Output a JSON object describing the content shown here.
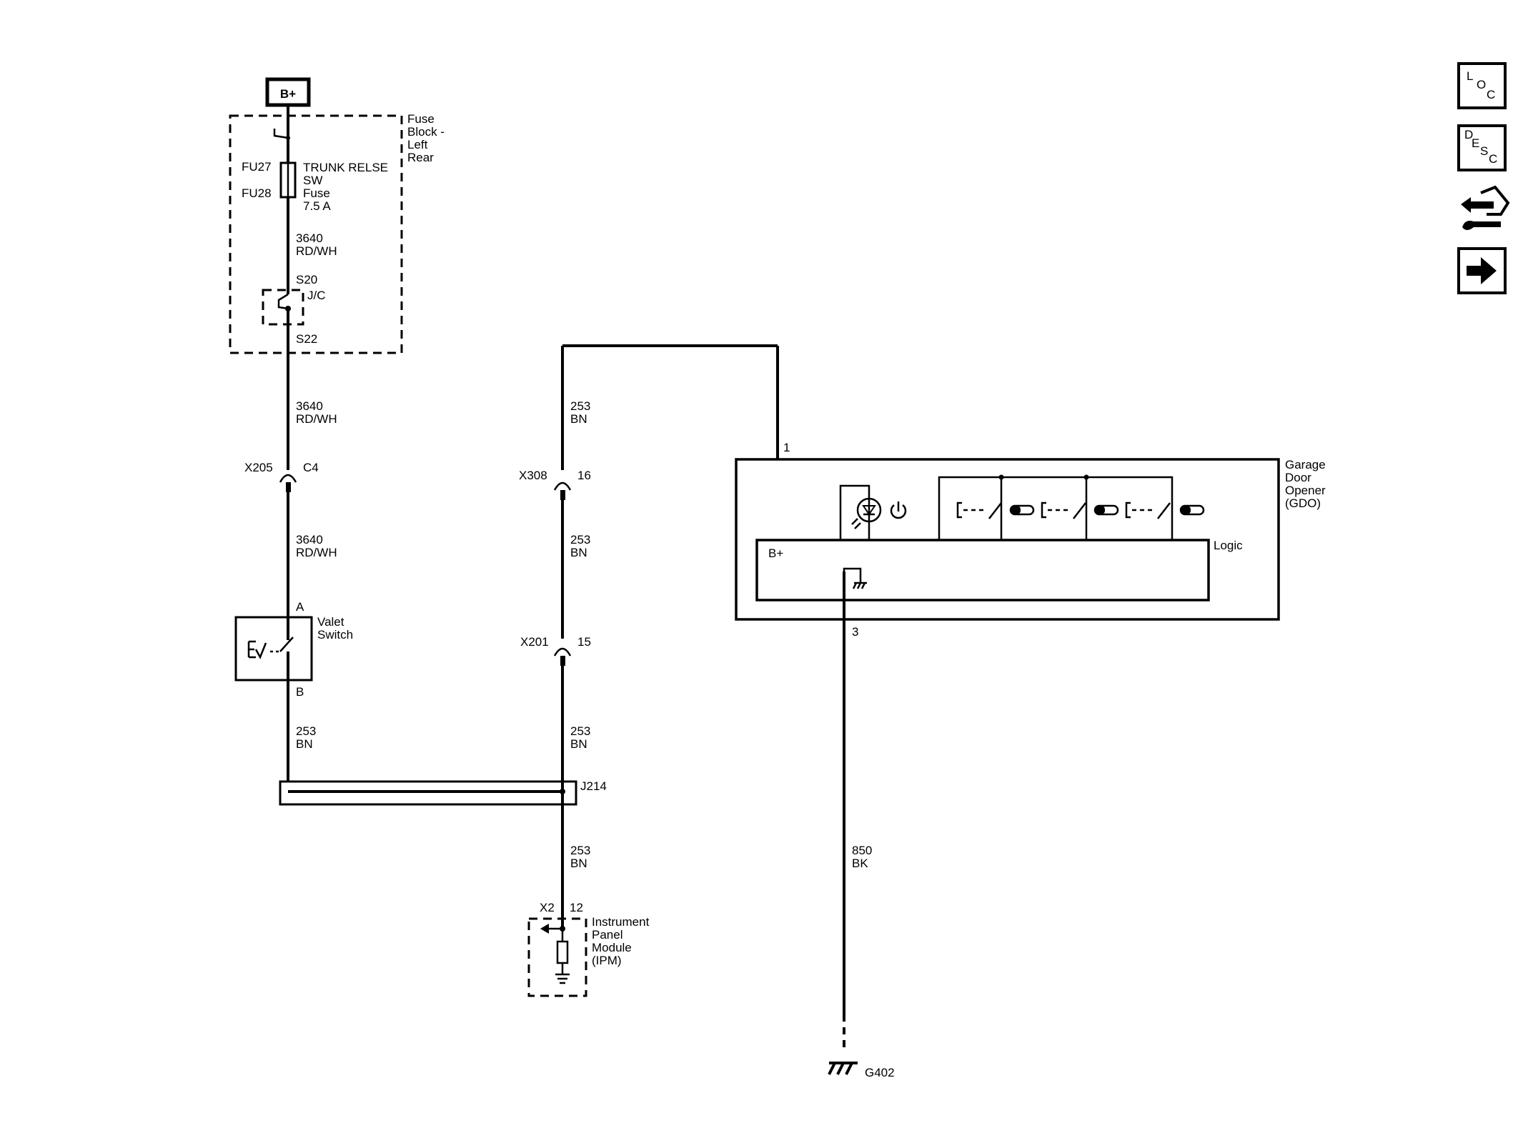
{
  "power": {
    "b_plus": "B+"
  },
  "fuse_block": {
    "name": [
      "Fuse",
      "Block -",
      "Left",
      "Rear"
    ],
    "fuse_ids": [
      "FU27",
      "FU28"
    ],
    "fuse_label": [
      "TRUNK RELSE",
      "SW",
      "Fuse",
      "7.5 A"
    ],
    "splice_top": "S20",
    "splice_jc": "J/C",
    "splice_bottom": "S22"
  },
  "wires": {
    "w3640_a": [
      "3640",
      "RD/WH"
    ],
    "w3640_b": [
      "3640",
      "RD/WH"
    ],
    "w3640_c": [
      "3640",
      "RD/WH"
    ],
    "w253_a": [
      "253",
      "BN"
    ],
    "w253_b": [
      "253",
      "BN"
    ],
    "w253_c": [
      "253",
      "BN"
    ],
    "w253_d": [
      "253",
      "BN"
    ],
    "w253_e": [
      "253",
      "BN"
    ],
    "w850": [
      "850",
      "BK"
    ]
  },
  "connectors": {
    "x205": "X205",
    "x205_pin": "C4",
    "x308": "X308",
    "x308_pin": "16",
    "x201": "X201",
    "x201_pin": "15",
    "x2": "X2",
    "x2_pin": "12",
    "j214": "J214"
  },
  "valet_switch": {
    "name": [
      "Valet",
      "Switch"
    ],
    "pin_a": "A",
    "pin_b": "B"
  },
  "gdo": {
    "name": [
      "Garage",
      "Door",
      "Opener",
      "(GDO)"
    ],
    "logic": "Logic",
    "b_plus": "B+",
    "pin_1": "1",
    "pin_3": "3"
  },
  "ipm": {
    "name": [
      "Instrument",
      "Panel",
      "Module",
      "(IPM)"
    ]
  },
  "ground": {
    "g402": "G402"
  },
  "nav_icons": {
    "loc": [
      "L",
      "O",
      "C"
    ],
    "desc": [
      "D",
      "E",
      "S",
      "C"
    ]
  }
}
